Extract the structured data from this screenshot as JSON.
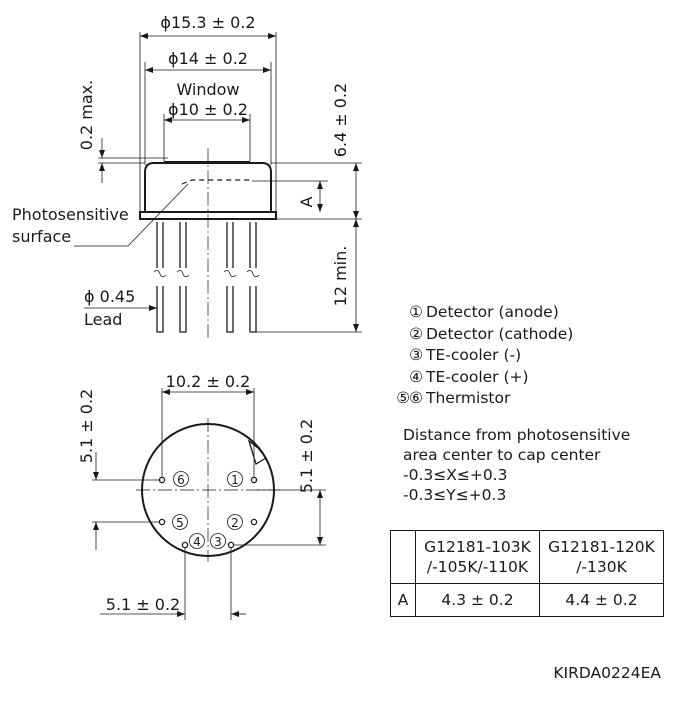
{
  "side_view": {
    "dim_outer_dia": "ϕ15.3 ± 0.2",
    "dim_cap_dia": "ϕ14 ± 0.2",
    "window_label": "Window",
    "dim_window_dia": "ϕ10 ± 0.2",
    "dim_window_max": "0.2 max.",
    "dim_height": "6.4 ± 0.2",
    "dim_a_label": "A",
    "dim_lead_length": "12 min.",
    "photosensitive_line1": "Photosensitive",
    "photosensitive_line2": "surface",
    "lead_dia": "ϕ 0.45",
    "lead_label": "Lead"
  },
  "bottom_view": {
    "dim_pin_spacing": "10.2 ± 0.2",
    "dim_left_vertical": "5.1 ± 0.2",
    "dim_right_vertical": "5.1 ± 0.2",
    "dim_bottom_horizontal": "5.1 ± 0.2",
    "pins": [
      "1",
      "2",
      "3",
      "4",
      "5",
      "6"
    ]
  },
  "legend": [
    {
      "num": "①",
      "label": "Detector (anode)"
    },
    {
      "num": "②",
      "label": "Detector (cathode)"
    },
    {
      "num": "③",
      "label": "TE-cooler (-)"
    },
    {
      "num": "④",
      "label": "TE-cooler (+)"
    },
    {
      "num": "⑤⑥",
      "label": "Thermistor"
    }
  ],
  "note": {
    "line1": "Distance from photosensitive",
    "line2": "area center to cap center",
    "line3": "-0.3≤X≤+0.3",
    "line4": "-0.3≤Y≤+0.3"
  },
  "table": {
    "head1_line1": "G12181-103K",
    "head1_line2": "/-105K/-110K",
    "head2_line1": "G12181-120K",
    "head2_line2": "/-130K",
    "row_label": "A",
    "val1": "4.3 ± 0.2",
    "val2": "4.4 ± 0.2"
  },
  "doc_id": "KIRDA0224EA"
}
